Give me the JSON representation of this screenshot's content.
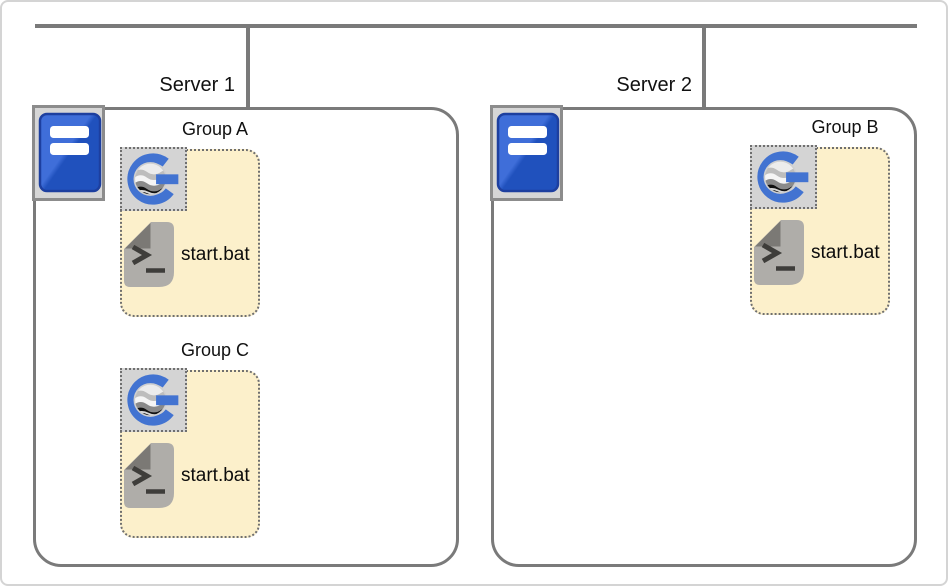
{
  "diagram": {
    "description_texts": [],
    "servers": [
      {
        "label": "Server 1",
        "icon": "server-tower-icon",
        "groups": [
          {
            "label": "Group A",
            "logo_icon": "globe-g-logo-icon",
            "file_icon": "batch-file-icon",
            "file": "start.bat"
          },
          {
            "label": "Group C",
            "logo_icon": "globe-g-logo-icon",
            "file_icon": "batch-file-icon",
            "file": "start.bat"
          }
        ]
      },
      {
        "label": "Server 2",
        "icon": "server-tower-icon",
        "groups": [
          {
            "label": "Group B",
            "logo_icon": "globe-g-logo-icon",
            "file_icon": "batch-file-icon",
            "file": "start.bat"
          }
        ]
      }
    ],
    "colors": {
      "connector_line": "#7a7a7a",
      "server_box_border": "#7a7a7a",
      "outer_frame_border": "#d4d4d4",
      "group_fill": "#fcf0cb",
      "dotted_border": "#6f6f6f",
      "logo_tile_fill": "#d4d4d4",
      "server_icon_bg": "#d6d6d6",
      "server_icon_border": "#8c8c8c",
      "server_tower_blue": "#2f5fce",
      "logo_blue": "#4273d1",
      "batch_file_gray": "#afada9",
      "batch_file_fold": "#7b7975",
      "text": "#111111"
    }
  },
  "servers": [
    {
      "label": "Server 1",
      "groups": [
        {
          "label": "Group A",
          "file": "start.bat"
        },
        {
          "label": "Group C",
          "file": "start.bat"
        }
      ]
    },
    {
      "label": "Server 2",
      "groups": [
        {
          "label": "Group B",
          "file": "start.bat"
        }
      ]
    }
  ]
}
